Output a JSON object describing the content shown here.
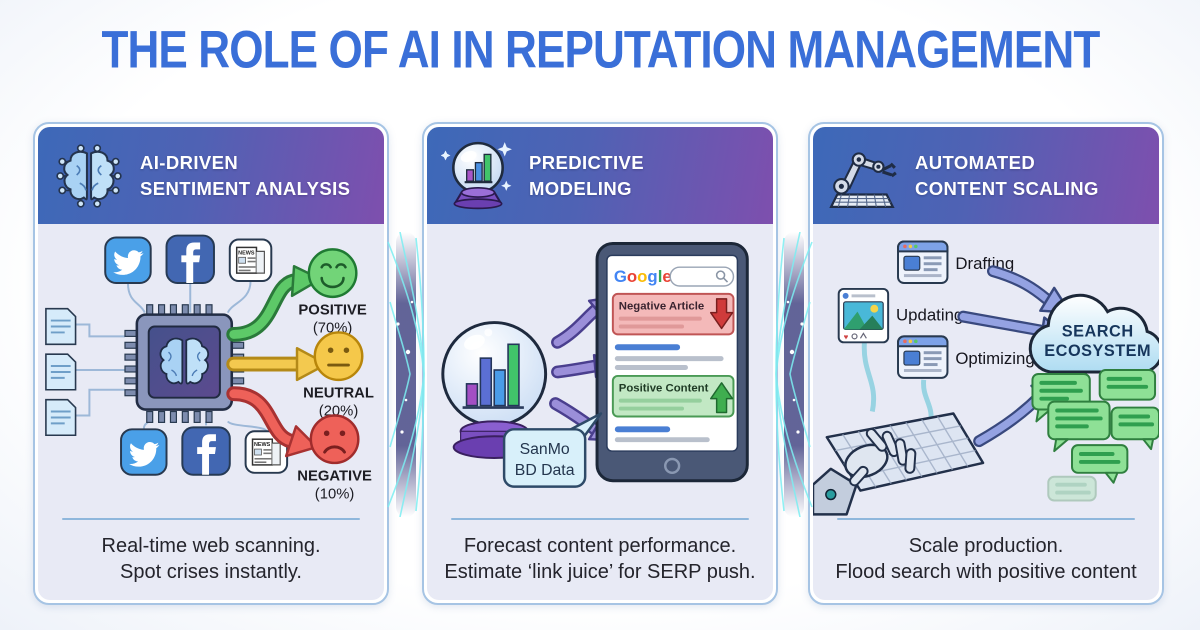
{
  "page": {
    "title": "THE ROLE OF AI IN REPUTATION MANAGEMENT"
  },
  "panels": [
    {
      "header": {
        "line1": "AI-DRIVEN",
        "line2": "SENTIMENT ANALYSIS",
        "icon": "brain-network-icon"
      },
      "sources": {
        "social1": "twitter-icon",
        "social2": "facebook-icon",
        "social3": "news-icon"
      },
      "sentiments": [
        {
          "label": "POSITIVE",
          "percent": "(70%)",
          "color": "#5dc968"
        },
        {
          "label": "NEUTRAL",
          "percent": "(20%)",
          "color": "#f3c94f"
        },
        {
          "label": "NEGATIVE",
          "percent": "(10%)",
          "color": "#ee6159"
        }
      ],
      "caption_line1": "Real-time web scanning.",
      "caption_line2": "Spot crises instantly."
    },
    {
      "header": {
        "line1": "PREDICTIVE",
        "line2": "MODELING",
        "icon": "crystal-ball-icon"
      },
      "tablet": {
        "logo_g1": "G",
        "logo_g2": "o",
        "logo_g3": "o",
        "logo_g4": "g",
        "logo_g5": "l",
        "logo_g6": "e",
        "negative_label": "Negative Article",
        "positive_label": "Positive Content"
      },
      "bubble": {
        "line1": "SanMo",
        "line2": "BD Data"
      },
      "caption_line1": "Forecast content performance.",
      "caption_line2": "Estimate ‘link juice’ for SERP push."
    },
    {
      "header": {
        "line1": "AUTOMATED",
        "line2": "CONTENT SCALING",
        "icon": "robot-arm-icon"
      },
      "tasks": [
        {
          "label": "Drafting"
        },
        {
          "label": "Updating"
        },
        {
          "label": "Optimizing"
        }
      ],
      "cloud": {
        "line1": "SEARCH",
        "line2": "ECOSYSTEM"
      },
      "caption_line1": "Scale production.",
      "caption_line2": "Flood search with positive content"
    }
  ],
  "colors": {
    "title": "#3a6fd8",
    "header_gradient_start": "#3d69b8",
    "header_gradient_end": "#7e4fae",
    "panel_bg": "#e8eaf5",
    "panel_border": "#a6c4e4",
    "positive": "#5dc968",
    "neutral": "#f3c94f",
    "negative": "#ee6159",
    "google_blue": "#4285F4",
    "google_red": "#EA4335",
    "google_yellow": "#FBBC05",
    "google_green": "#34A853"
  }
}
